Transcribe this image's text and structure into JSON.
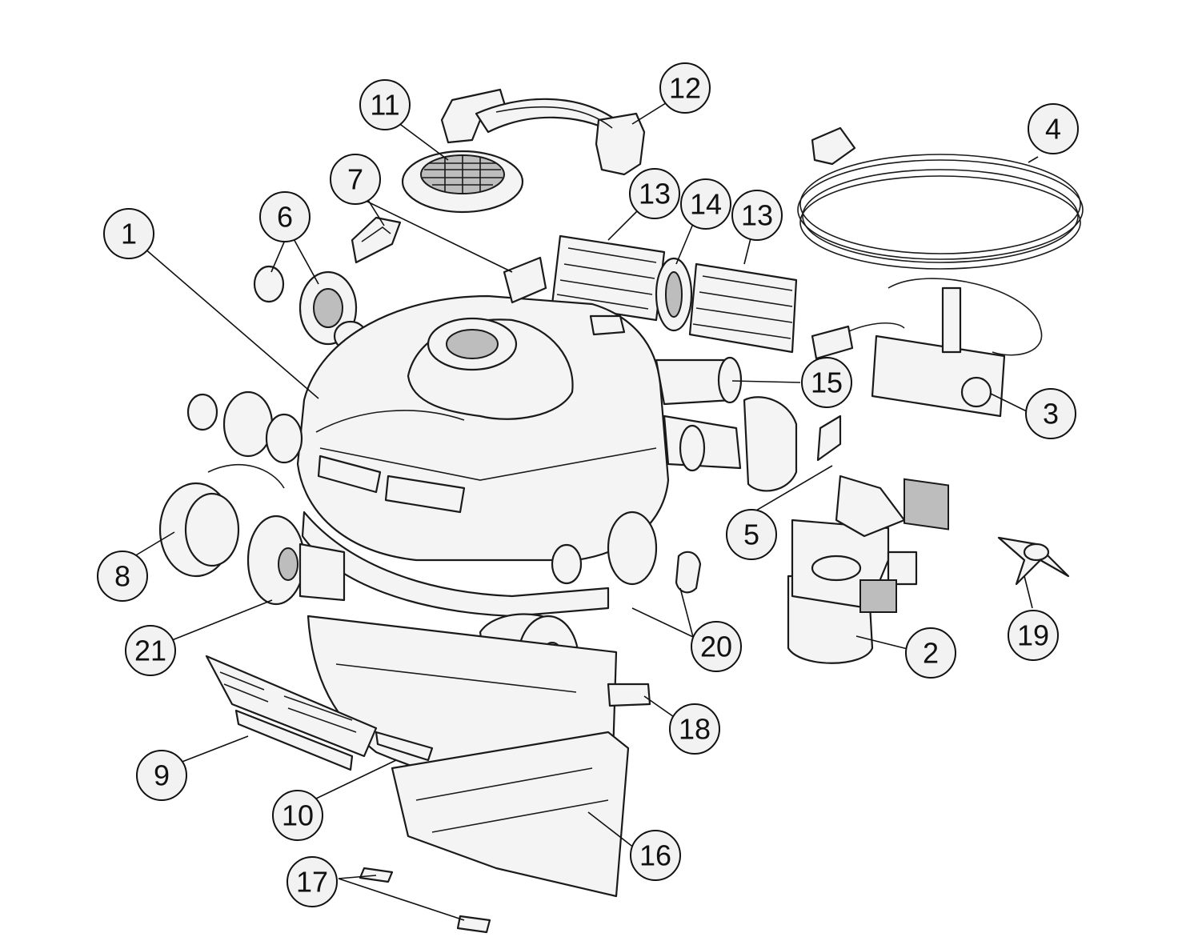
{
  "diagram": {
    "callouts": [
      {
        "id": "c1",
        "label": "1"
      },
      {
        "id": "c2",
        "label": "2"
      },
      {
        "id": "c3",
        "label": "3"
      },
      {
        "id": "c4",
        "label": "4"
      },
      {
        "id": "c5",
        "label": "5"
      },
      {
        "id": "c6",
        "label": "6"
      },
      {
        "id": "c7",
        "label": "7"
      },
      {
        "id": "c8",
        "label": "8"
      },
      {
        "id": "c9",
        "label": "9"
      },
      {
        "id": "c10",
        "label": "10"
      },
      {
        "id": "c11",
        "label": "11"
      },
      {
        "id": "c12",
        "label": "12"
      },
      {
        "id": "c13a",
        "label": "13"
      },
      {
        "id": "c13b",
        "label": "13"
      },
      {
        "id": "c14",
        "label": "14"
      },
      {
        "id": "c15",
        "label": "15"
      },
      {
        "id": "c16",
        "label": "16"
      },
      {
        "id": "c17",
        "label": "17"
      },
      {
        "id": "c18",
        "label": "18"
      },
      {
        "id": "c19",
        "label": "19"
      },
      {
        "id": "c20",
        "label": "20"
      },
      {
        "id": "c21",
        "label": "21"
      }
    ]
  }
}
